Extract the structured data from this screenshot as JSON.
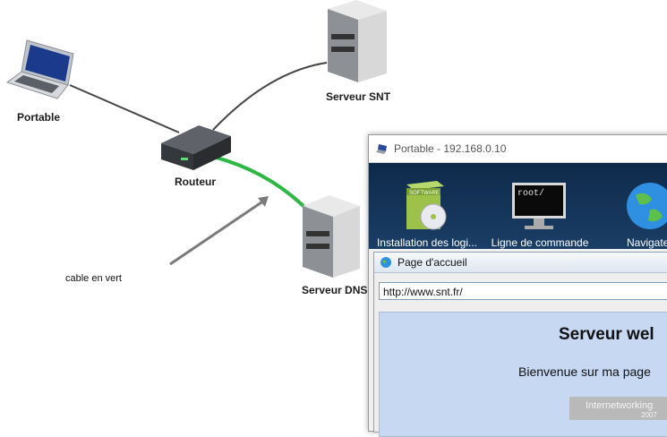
{
  "network": {
    "nodes": {
      "laptop": {
        "label": "Portable"
      },
      "router": {
        "label": "Routeur"
      },
      "snt_server": {
        "label": "Serveur SNT"
      },
      "dns_server": {
        "label": "Serveur DNS"
      }
    },
    "annotation": "cable en vert",
    "colors": {
      "cable": "#444444",
      "green_cable": "#2cb843",
      "arrow": "#7a7a7a"
    }
  },
  "window": {
    "title": "Portable - 192.168.0.10",
    "apps": [
      {
        "label": "Installation des logi...",
        "icon": "software-box-icon",
        "badge": "SOFTWARE"
      },
      {
        "label": "Ligne de commande",
        "icon": "terminal-icon",
        "screen_text": "root/"
      },
      {
        "label": "Navigateur",
        "icon": "globe-icon"
      }
    ],
    "dialog": {
      "title": "Page d'accueil",
      "url": "http://www.snt.fr/",
      "page_title": "Serveur wel",
      "page_text": "Bienvenue sur ma page",
      "badge_text": "Internetworking",
      "badge_sub": "2007"
    }
  }
}
